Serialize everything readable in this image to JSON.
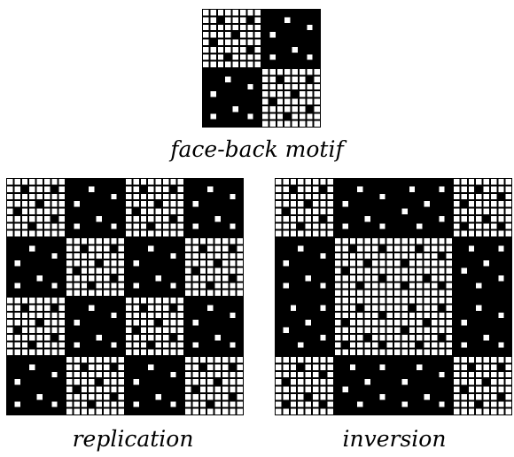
{
  "captions": {
    "motif": "face-back motif",
    "replication": "replication",
    "inversion": "inversion"
  },
  "colors": {
    "ink": "#000000",
    "paper": "#ffffff"
  },
  "motif": {
    "rows": 16,
    "cols": 16,
    "quadrant_pattern": [
      [
        "face",
        "back"
      ],
      [
        "back",
        "face"
      ]
    ],
    "face_marks": [
      [
        1,
        2
      ],
      [
        1,
        6
      ],
      [
        3,
        4
      ],
      [
        4,
        1
      ],
      [
        5,
        6
      ],
      [
        6,
        3
      ]
    ],
    "back_marks": [
      [
        1,
        3
      ],
      [
        2,
        6
      ],
      [
        3,
        1
      ],
      [
        5,
        4
      ],
      [
        6,
        1
      ],
      [
        6,
        6
      ]
    ]
  },
  "replication": {
    "tiles": 2,
    "description_rule": "motif repeated"
  },
  "inversion": {
    "tiles": 2,
    "description_rule": "alternate tiles color-inverted"
  }
}
